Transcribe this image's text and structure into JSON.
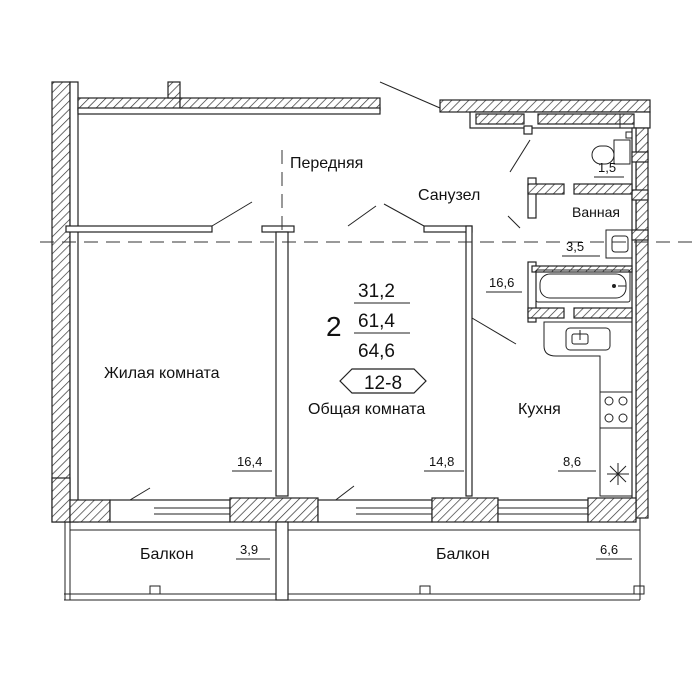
{
  "apartment": {
    "rooms_count": "2",
    "living_area": "31,2",
    "total_area": "61,4",
    "total_area_with_balcony": "64,6",
    "plan_code": "12-8"
  },
  "rooms": {
    "hall": {
      "name": "Передняя",
      "area": "16,6"
    },
    "wc": {
      "name": "Санузел",
      "area": "1,5"
    },
    "bath": {
      "name": "Ванная",
      "area": "3,5"
    },
    "bedroom": {
      "name": "Жилая комната",
      "area": "16,4"
    },
    "common": {
      "name": "Общая комната",
      "area": "14,8"
    },
    "kitchen": {
      "name": "Кухня",
      "area": "8,6"
    },
    "balcony_left": {
      "name": "Балкон",
      "area": "3,9"
    },
    "balcony_right": {
      "name": "Балкон",
      "area": "6,6"
    }
  },
  "icons": {
    "fridge": "snowflake-icon",
    "stove": "stove-icon",
    "sink": "sink-icon",
    "bathtub": "bathtub-icon",
    "toilet": "toilet-icon"
  }
}
